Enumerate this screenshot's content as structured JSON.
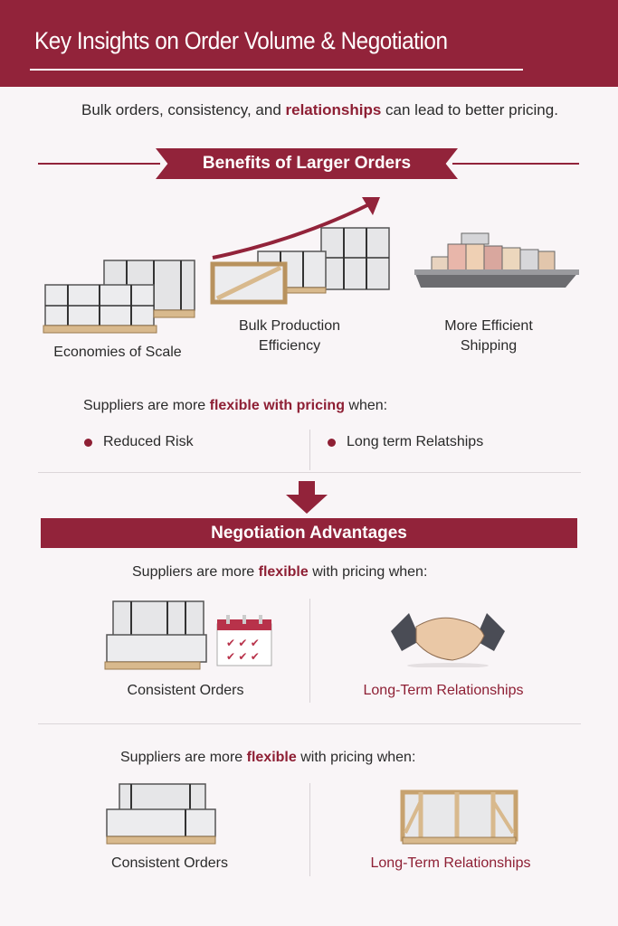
{
  "header": {
    "title": "Key Insights on Order Volume & Negotiation"
  },
  "subtitle": {
    "before": "Bulk orders, consistency, and ",
    "highlight": "relationships",
    "after": " can lead to better pricing."
  },
  "benefits": {
    "banner": "Benefits of Larger Orders",
    "items": [
      {
        "label": "Economies of Scale",
        "icon": "marble-pallet-icon"
      },
      {
        "label_line1": "Bulk Production",
        "label_line2": "Efficiency",
        "icon": "growth-crates-icon"
      },
      {
        "label_line1": "More Efficient",
        "label_line2": "Shipping",
        "icon": "cargo-ship-icon"
      }
    ],
    "flex_line": {
      "before": "Suppliers are more ",
      "highlight": "flexible with pricing",
      "after": " when:"
    },
    "bullets": [
      "Reduced Risk",
      "Long term Relatships"
    ]
  },
  "negotiation": {
    "banner": "Negotiation Advantages",
    "sections": [
      {
        "line_before": "Suppliers are more ",
        "line_highlight": "flexible",
        "line_after": " with pricing when:",
        "left_label": "Consistent Orders",
        "right_label": "Long-Term Relationships",
        "left_icon": "marble-pallet-calendar-icon",
        "right_icon": "handshake-icon"
      },
      {
        "line_before": "Suppliers are more ",
        "line_highlight": "flexible",
        "line_after": " with pricing when:",
        "left_label": "Consistent Orders",
        "right_label": "Long-Term Relationships",
        "left_icon": "marble-pallet-icon",
        "right_icon": "wooden-crate-icon"
      }
    ]
  },
  "colors": {
    "accent": "#92233a",
    "highlight_text": "#8e1f34",
    "background": "#f9f5f7"
  }
}
